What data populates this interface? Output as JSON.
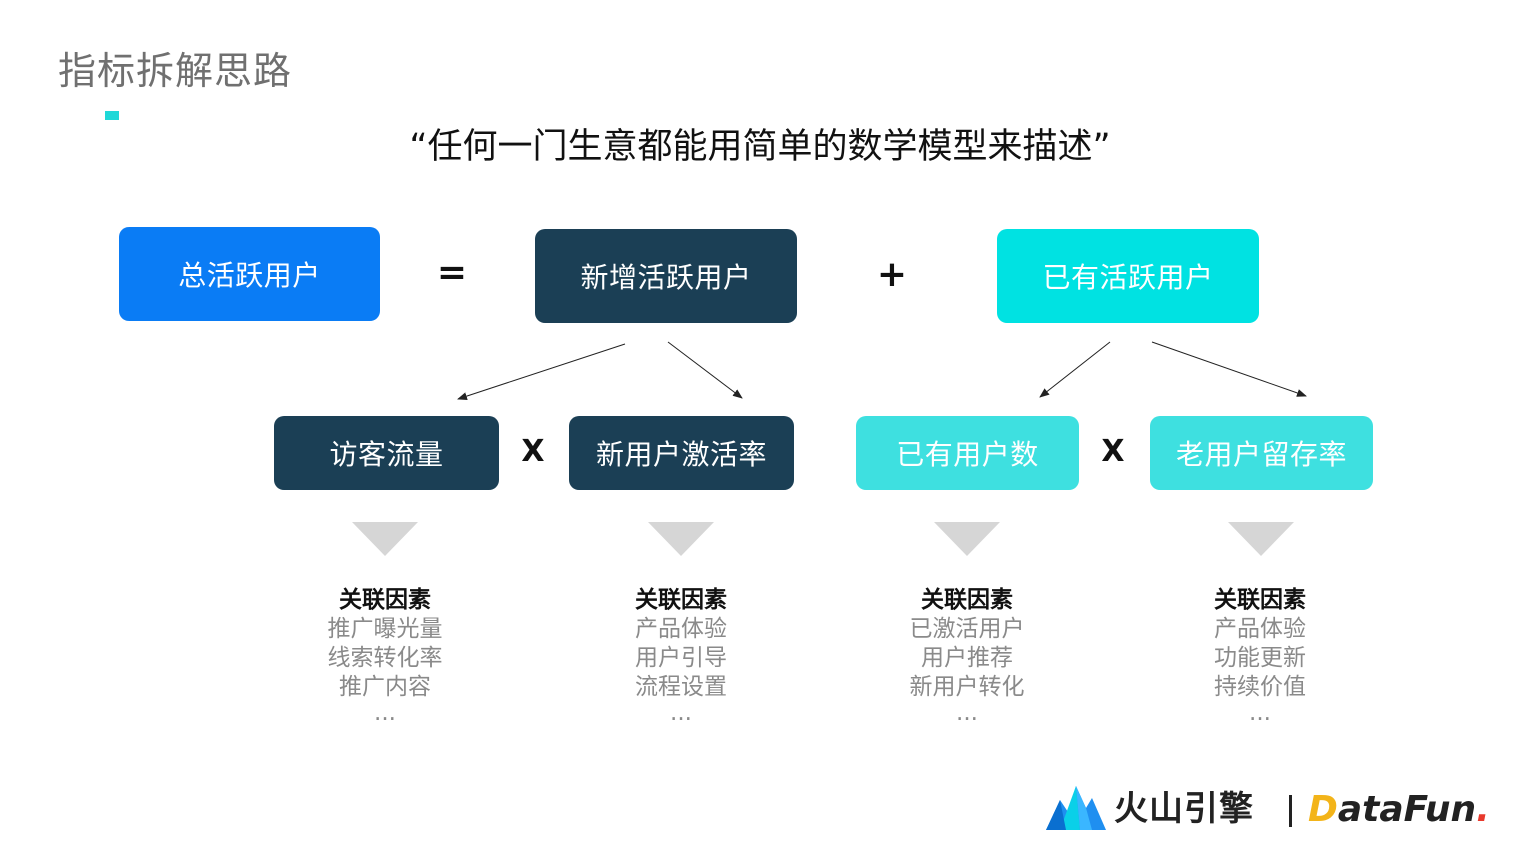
{
  "page": {
    "title": "指标拆解思路",
    "quote": "“任何一门生意都能用简单的数学模型来描述”"
  },
  "colors": {
    "accent": "#1fd8d8",
    "blue": "#0a7cf5",
    "navy": "#1b3f55",
    "cyan": "#00e2e2",
    "light_cyan": "#3ee0e0"
  },
  "formula": {
    "total": "总活跃用户",
    "equals": "=",
    "new_active": "新增活跃用户",
    "plus": "+",
    "existing_active": "已有活跃用户"
  },
  "sub": {
    "visitors": "访客流量",
    "times_1": "X",
    "activation_rate": "新用户激活率",
    "existing_users": "已有用户数",
    "times_2": "X",
    "retention_rate": "老用户留存率"
  },
  "factors": [
    {
      "head": "关联因素",
      "items": [
        "推广曝光量",
        "线索转化率",
        "推广内容"
      ],
      "more": "..."
    },
    {
      "head": "关联因素",
      "items": [
        "产品体验",
        "用户引导",
        "流程设置"
      ],
      "more": "..."
    },
    {
      "head": "关联因素",
      "items": [
        "已激活用户",
        "用户推荐",
        "新用户转化"
      ],
      "more": "..."
    },
    {
      "head": "关联因素",
      "items": [
        "产品体验",
        "功能更新",
        "持续价值"
      ],
      "more": "..."
    }
  ],
  "footer": {
    "brand_left": "火山引擎",
    "brand_right_first": "D",
    "brand_right_rest": "ataFun",
    "brand_right_dot": "."
  }
}
